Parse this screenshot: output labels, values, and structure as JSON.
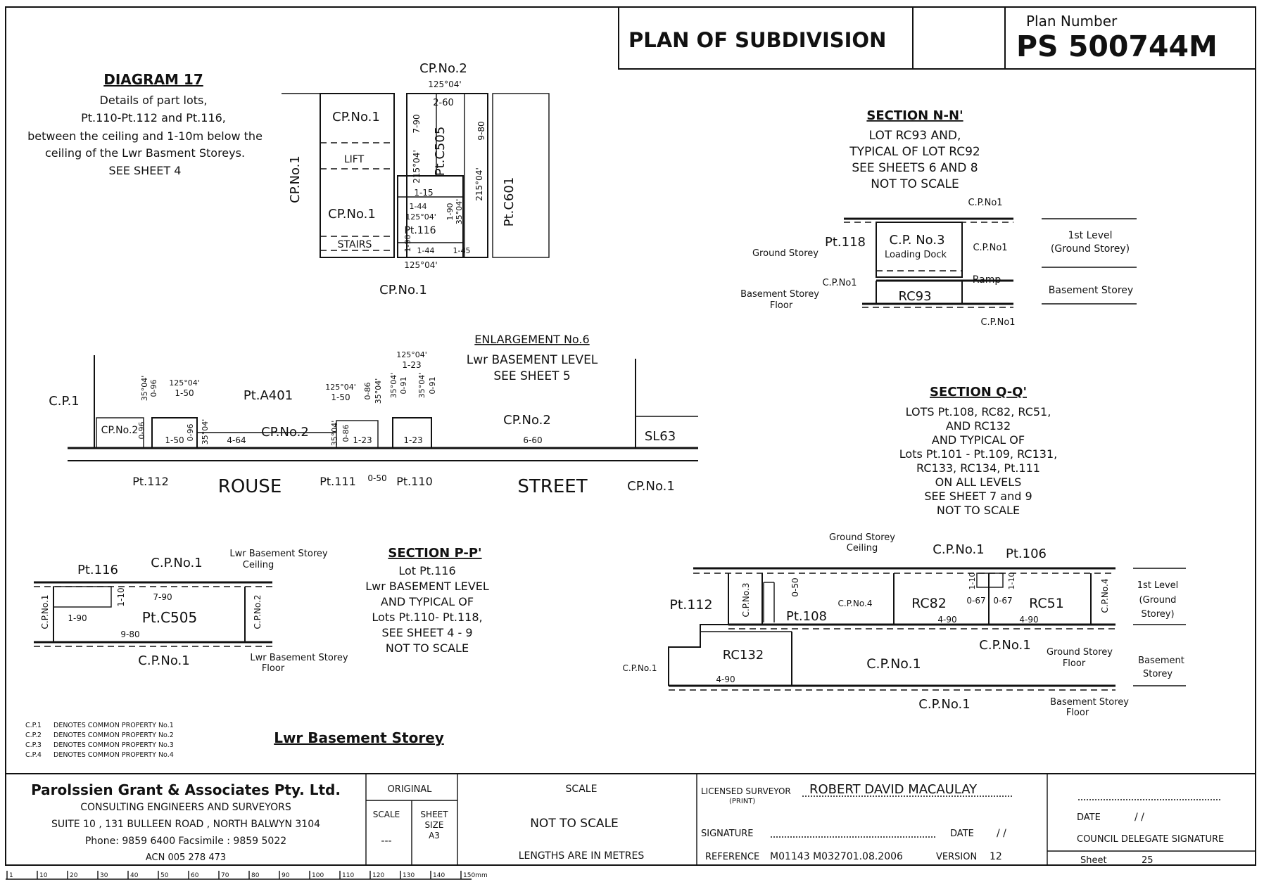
{
  "title_block": {
    "plan_title": "PLAN OF SUBDIVISION",
    "plan_number_label": "Plan Number",
    "plan_number": "PS 500744M"
  },
  "diagram17": {
    "heading": "DIAGRAM 17",
    "lines": [
      "Details of part lots,",
      "Pt.110-Pt.112 and Pt.116,",
      "between the ceiling and 1-10m below the",
      "ceiling of the Lwr Basment Storeys.",
      "SEE SHEET 4"
    ]
  },
  "detail": {
    "cp2_top": "CP.No.2",
    "brg_top": "125°04'",
    "dim_260": "2-60",
    "cp1_upper": "CP.No.1",
    "lift": "LIFT",
    "cp1_mid": "CP.No.1",
    "stairs": "STAIRS",
    "cp1_left_vert": "CP.No.1",
    "pt_c505": "Pt.C505",
    "pt_c601": "Pt.C601",
    "d790": "7-90",
    "d980": "9-80",
    "brg215a": "215°04'",
    "brg215b": "215°04'",
    "d115": "1-15",
    "d144a": "1-44",
    "brg125b": "125°04'",
    "pt116": "Pt.116",
    "d190a": "1-90",
    "brg35": "35°04'",
    "d190b": "1-90",
    "d144b": "1-44",
    "d145": "1-45",
    "brg_bottom": "125°04'",
    "cp1_bottom": "CP.No.1"
  },
  "enlargement": {
    "heading": "ENLARGEMENT No.6",
    "lines": [
      "Lwr BASEMENT LEVEL",
      "SEE SHEET 5"
    ]
  },
  "street": {
    "cp1_left": "C.P.1",
    "pta401": "Pt.A401",
    "cp2_a": "CP.No.2",
    "cp2_b": "CP.No.2",
    "cp2_c": "CP.No.2",
    "sl63": "SL63",
    "d150a": "1-50",
    "d096a": "0-96",
    "d464": "4-64",
    "d123a": "1-23",
    "d123b": "1-23",
    "d660": "6-60",
    "b125a": "125°04'",
    "d150b": "1-50",
    "b125b": "125°04'",
    "d150c": "1-50",
    "d086a": "0-86",
    "b35a": "35°04'",
    "b125c": "125°04'",
    "d123c": "1-23",
    "b35b": "35°04'",
    "d091a": "0-91",
    "b35c": "35°04'",
    "d091b": "0-91",
    "b35d": "35°04'",
    "d096b": "0-96",
    "b35e": "35°04'",
    "b35f": "35°04'",
    "d086b": "0-86",
    "d096c": "0-96",
    "pt112": "Pt.112",
    "rouse": "ROUSE",
    "pt111": "Pt.111",
    "d050": "0-50",
    "pt110": "Pt.110",
    "street": "STREET",
    "cp1_right": "CP.No.1"
  },
  "section_nn": {
    "heading": "SECTION  N-N'",
    "lines": [
      "LOT RC93 AND,",
      "TYPICAL OF LOT RC92",
      "SEE SHEETS 6 AND 8",
      "NOT  TO  SCALE"
    ],
    "cp1_top": "C.P.No1",
    "pt118": "Pt.118",
    "cp3": "C.P. No.3",
    "loading": "Loading Dock",
    "cp1_right": "C.P.No1",
    "ground": "Ground Storey",
    "cp1_left": "C.P.No1",
    "ramp": "Ramp",
    "rc93": "RC93",
    "basement_floor_a": "Basement Storey",
    "basement_floor_b": "Floor",
    "cp1_bottom": "C.P.No1",
    "level1_a": "1st Level",
    "level1_b": "(Ground Storey)",
    "basement": "Basement Storey"
  },
  "section_qq": {
    "heading": "SECTION  Q-Q'",
    "lines": [
      "LOTS Pt.108, RC82, RC51,",
      "AND RC132",
      "AND TYPICAL OF",
      "Lots Pt.101 - Pt.109, RC131,",
      "RC133, RC134, Pt.111",
      "ON ALL LEVELS",
      "SEE SHEET 7 and 9",
      "NOT  TO  SCALE"
    ],
    "gs_ceiling_a": "Ground Storey",
    "gs_ceiling_b": "Ceiling",
    "cp1_top": "C.P.No.1",
    "pt106": "Pt.106",
    "pt112": "Pt.112",
    "cp3": "C.P.No.3",
    "d050": "0-50",
    "pt108": "Pt.108",
    "cp4a": "C.P.No.4",
    "rc82": "RC82",
    "d110a": "1-10",
    "d110b": "1-10",
    "d067a": "0-67",
    "d067b": "0-67",
    "rc51": "RC51",
    "cp4b": "C.P.No.4",
    "d490a": "4-90",
    "d490b": "4-90",
    "level1_a": "1st Level",
    "level1_b": "(Ground",
    "level1_c": "Storey)",
    "cp1_mid": "C.P.No.1",
    "gs_floor_a": "Ground Storey",
    "gs_floor_b": "Floor",
    "rc132": "RC132",
    "cp1_big": "C.P.No.1",
    "basement_a": "Basement",
    "basement_b": "Storey",
    "cp1_left": "C.P.No.1",
    "d490c": "4-90",
    "cp1_bottom": "C.P.No.1",
    "bs_floor_a": "Basement Storey",
    "bs_floor_b": "Floor"
  },
  "section_pp": {
    "heading": "SECTION  P-P'",
    "lines": [
      "Lot Pt.116",
      "Lwr BASEMENT LEVEL",
      "AND TYPICAL OF",
      "Lots Pt.110- Pt.118,",
      "SEE SHEET 4 - 9",
      "NOT  TO  SCALE"
    ],
    "pt116": "Pt.116",
    "cp1_top": "C.P.No.1",
    "ceiling_a": "Lwr Basement Storey",
    "ceiling_b": "Ceiling",
    "cp1_left": "C.P.No.1",
    "d110": "1-10",
    "d790": "7-90",
    "d190": "1-90",
    "ptc505": "Pt.C505",
    "cp2_right": "C.P.No.2",
    "d980": "9-80",
    "cp1_bottom": "C.P.No.1",
    "floor_a": "Lwr Basement Storey",
    "floor_b": "Floor"
  },
  "legend": [
    {
      "code": "C.P.1",
      "text": "DENOTES COMMON PROPERTY No.1"
    },
    {
      "code": "C.P.2",
      "text": "DENOTES COMMON PROPERTY No.2"
    },
    {
      "code": "C.P.3",
      "text": "DENOTES COMMON PROPERTY No.3"
    },
    {
      "code": "C.P.4",
      "text": "DENOTES COMMON PROPERTY No.4"
    }
  ],
  "storey_title": "Lwr Basement Storey",
  "footer": {
    "firm": "Parolssien Grant & Associates Pty. Ltd.",
    "firm_lines": [
      "CONSULTING ENGINEERS AND SURVEYORS",
      "SUITE 10 , 131 BULLEEN ROAD , NORTH BALWYN 3104",
      "Phone: 9859 6400 Facsimile : 9859 5022",
      "ACN 005 278 473"
    ],
    "original": "ORIGINAL",
    "scale_col": "SCALE",
    "sheet_size_a": "SHEET",
    "sheet_size_b": "SIZE",
    "sheet_size_c": "A3",
    "scale_val": "---",
    "scale_heading": "SCALE",
    "not_to_scale": "NOT  TO  SCALE",
    "lengths": "LENGTHS ARE IN METRES",
    "surveyor_label": "LICENSED SURVEYOR",
    "print_label": "(PRINT)",
    "surveyor_name": "ROBERT  DAVID  MACAULAY",
    "signature_label": "SIGNATURE",
    "date_label": "DATE",
    "date_slashes": "/       /",
    "reference_label": "REFERENCE",
    "reference": "M01143  M032701.08.2006",
    "version_label": "VERSION",
    "version": "12",
    "council_date_label": "DATE",
    "council_date_slashes": "/       /",
    "council_sig": "COUNCIL DELEGATE SIGNATURE",
    "sheet_label": "Sheet",
    "sheet_no": "25"
  },
  "ruler": [
    "1",
    "10",
    "20",
    "30",
    "40",
    "50",
    "60",
    "70",
    "80",
    "90",
    "100",
    "110",
    "120",
    "130",
    "140",
    "150mm"
  ]
}
